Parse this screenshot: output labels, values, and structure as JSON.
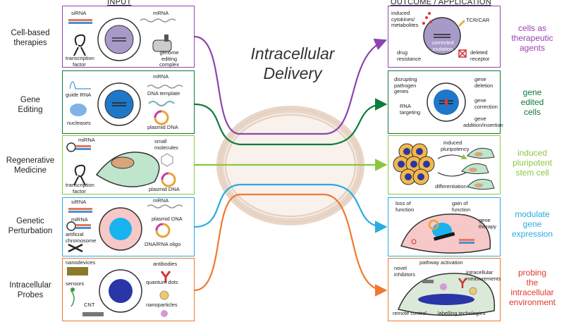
{
  "headers": {
    "input": "INPUT",
    "outcome": "OUTCOME / APPLICATION"
  },
  "title": [
    "Intracellular",
    "Delivery"
  ],
  "rows": [
    {
      "label": [
        "Cell-based",
        "therapies"
      ],
      "color": "#8e44ad",
      "input_items": [
        "siRNA",
        "mRNA",
        "transcription",
        "factor",
        "genome",
        "editing",
        "complex"
      ],
      "outcome_items": [
        "induced",
        "cytokines/",
        "metabolites",
        "TCR/CAR",
        "corrected",
        "mutation",
        "drug",
        "resistance",
        "deleted",
        "receptor"
      ],
      "result": [
        "cells as",
        "therapeutic",
        "agents"
      ]
    },
    {
      "label": [
        "Gene",
        "Editing"
      ],
      "color": "#0e7a3c",
      "input_items": [
        "mRNA",
        "guide RNA",
        "DNA template",
        "nucleases",
        "plasmid DNA"
      ],
      "outcome_items": [
        "disrupting",
        "pathogen",
        "genes",
        "gene",
        "deletion",
        "RNA",
        "targeting",
        "gene",
        "correction",
        "gene",
        "addition/insertion"
      ],
      "result": [
        "gene",
        "edited",
        "cells"
      ]
    },
    {
      "label": [
        "Regenerative",
        "Medicine"
      ],
      "color": "#8cc63f",
      "input_items": [
        "miRNA",
        "small",
        "molecules",
        "transcription",
        "factor",
        "plasmid DNA"
      ],
      "outcome_items": [
        "induced",
        "pluripotency",
        "differentiation"
      ],
      "result": [
        "induced",
        "pluripotent",
        "stem cell"
      ]
    },
    {
      "label": [
        "Genetic",
        "Perturbation"
      ],
      "color": "#29abe2",
      "input_items": [
        "siRNA",
        "mRNA",
        "miRNA",
        "plasmid DNA",
        "artificial",
        "chromosome",
        "DNA/RNA oligo"
      ],
      "outcome_items": [
        "loss of",
        "function",
        "gain of",
        "function",
        "gene",
        "therapy"
      ],
      "result": [
        "modulate",
        "gene",
        "expression"
      ]
    },
    {
      "label": [
        "Intracellular",
        "Probes"
      ],
      "color": "#f07830",
      "input_items": [
        "nanodevices",
        "antibodies",
        "sensors",
        "quantum dots",
        "CNT",
        "nanoparticles"
      ],
      "outcome_items": [
        "novel",
        "inhibitors",
        "pathway activation",
        "intracellular",
        "measurements",
        "remote control",
        "labelling techologies"
      ],
      "result": [
        "probing",
        "the",
        "intracellular",
        "environment"
      ]
    }
  ],
  "result_colors": [
    "#9b3fb5",
    "#0e7a3c",
    "#8cc63f",
    "#29abe2",
    "#e03a2f"
  ]
}
